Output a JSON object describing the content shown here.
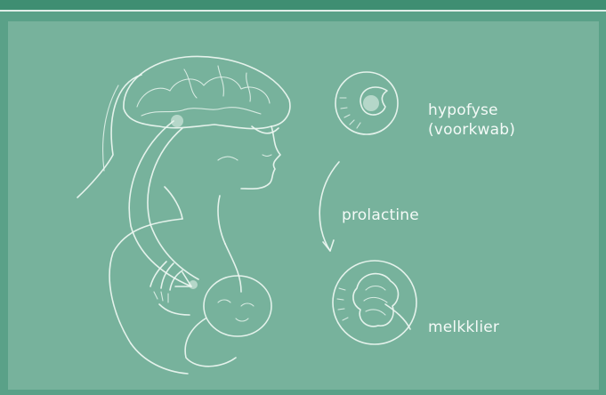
{
  "labels": {
    "hypofyse_line1": "hypofyse",
    "hypofyse_line2": "(voorkwab)",
    "prolactine": "prolactine",
    "melkklier": "melkklier"
  },
  "colors": {
    "background": "#5aa188",
    "panel": "#77b29c",
    "chalk": "#eef7f2",
    "text": "#f4faf7"
  }
}
